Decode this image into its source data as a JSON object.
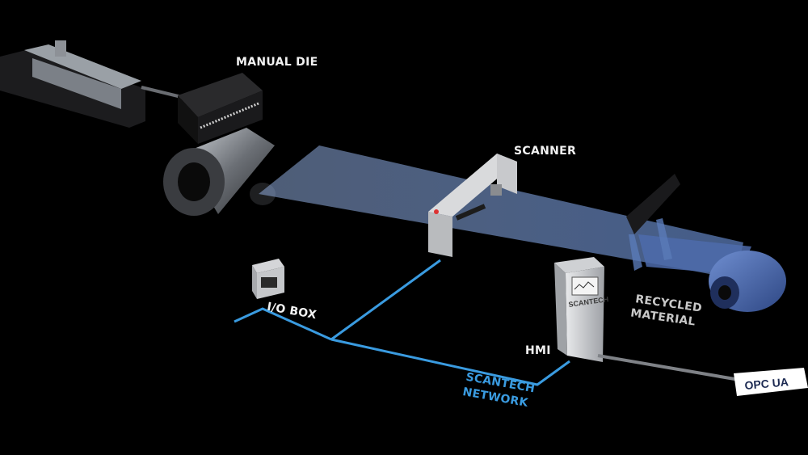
{
  "labels": {
    "manual_die": "MANUAL DIE",
    "scanner": "SCANNER",
    "io_box": "I/O BOX",
    "hmi": "HMI",
    "recycled_line1": "RECYCLED",
    "recycled_line2": "MATERIAL",
    "network_line1": "SCANTECH",
    "network_line2": "NETWORK",
    "hmi_brand": "SCANTECH",
    "opc_badge": "OPC UA"
  },
  "colors": {
    "background": "#000000",
    "network_line": "#3a9be0",
    "film": "#6f8fc4",
    "label_text": "#f2f2f2"
  }
}
